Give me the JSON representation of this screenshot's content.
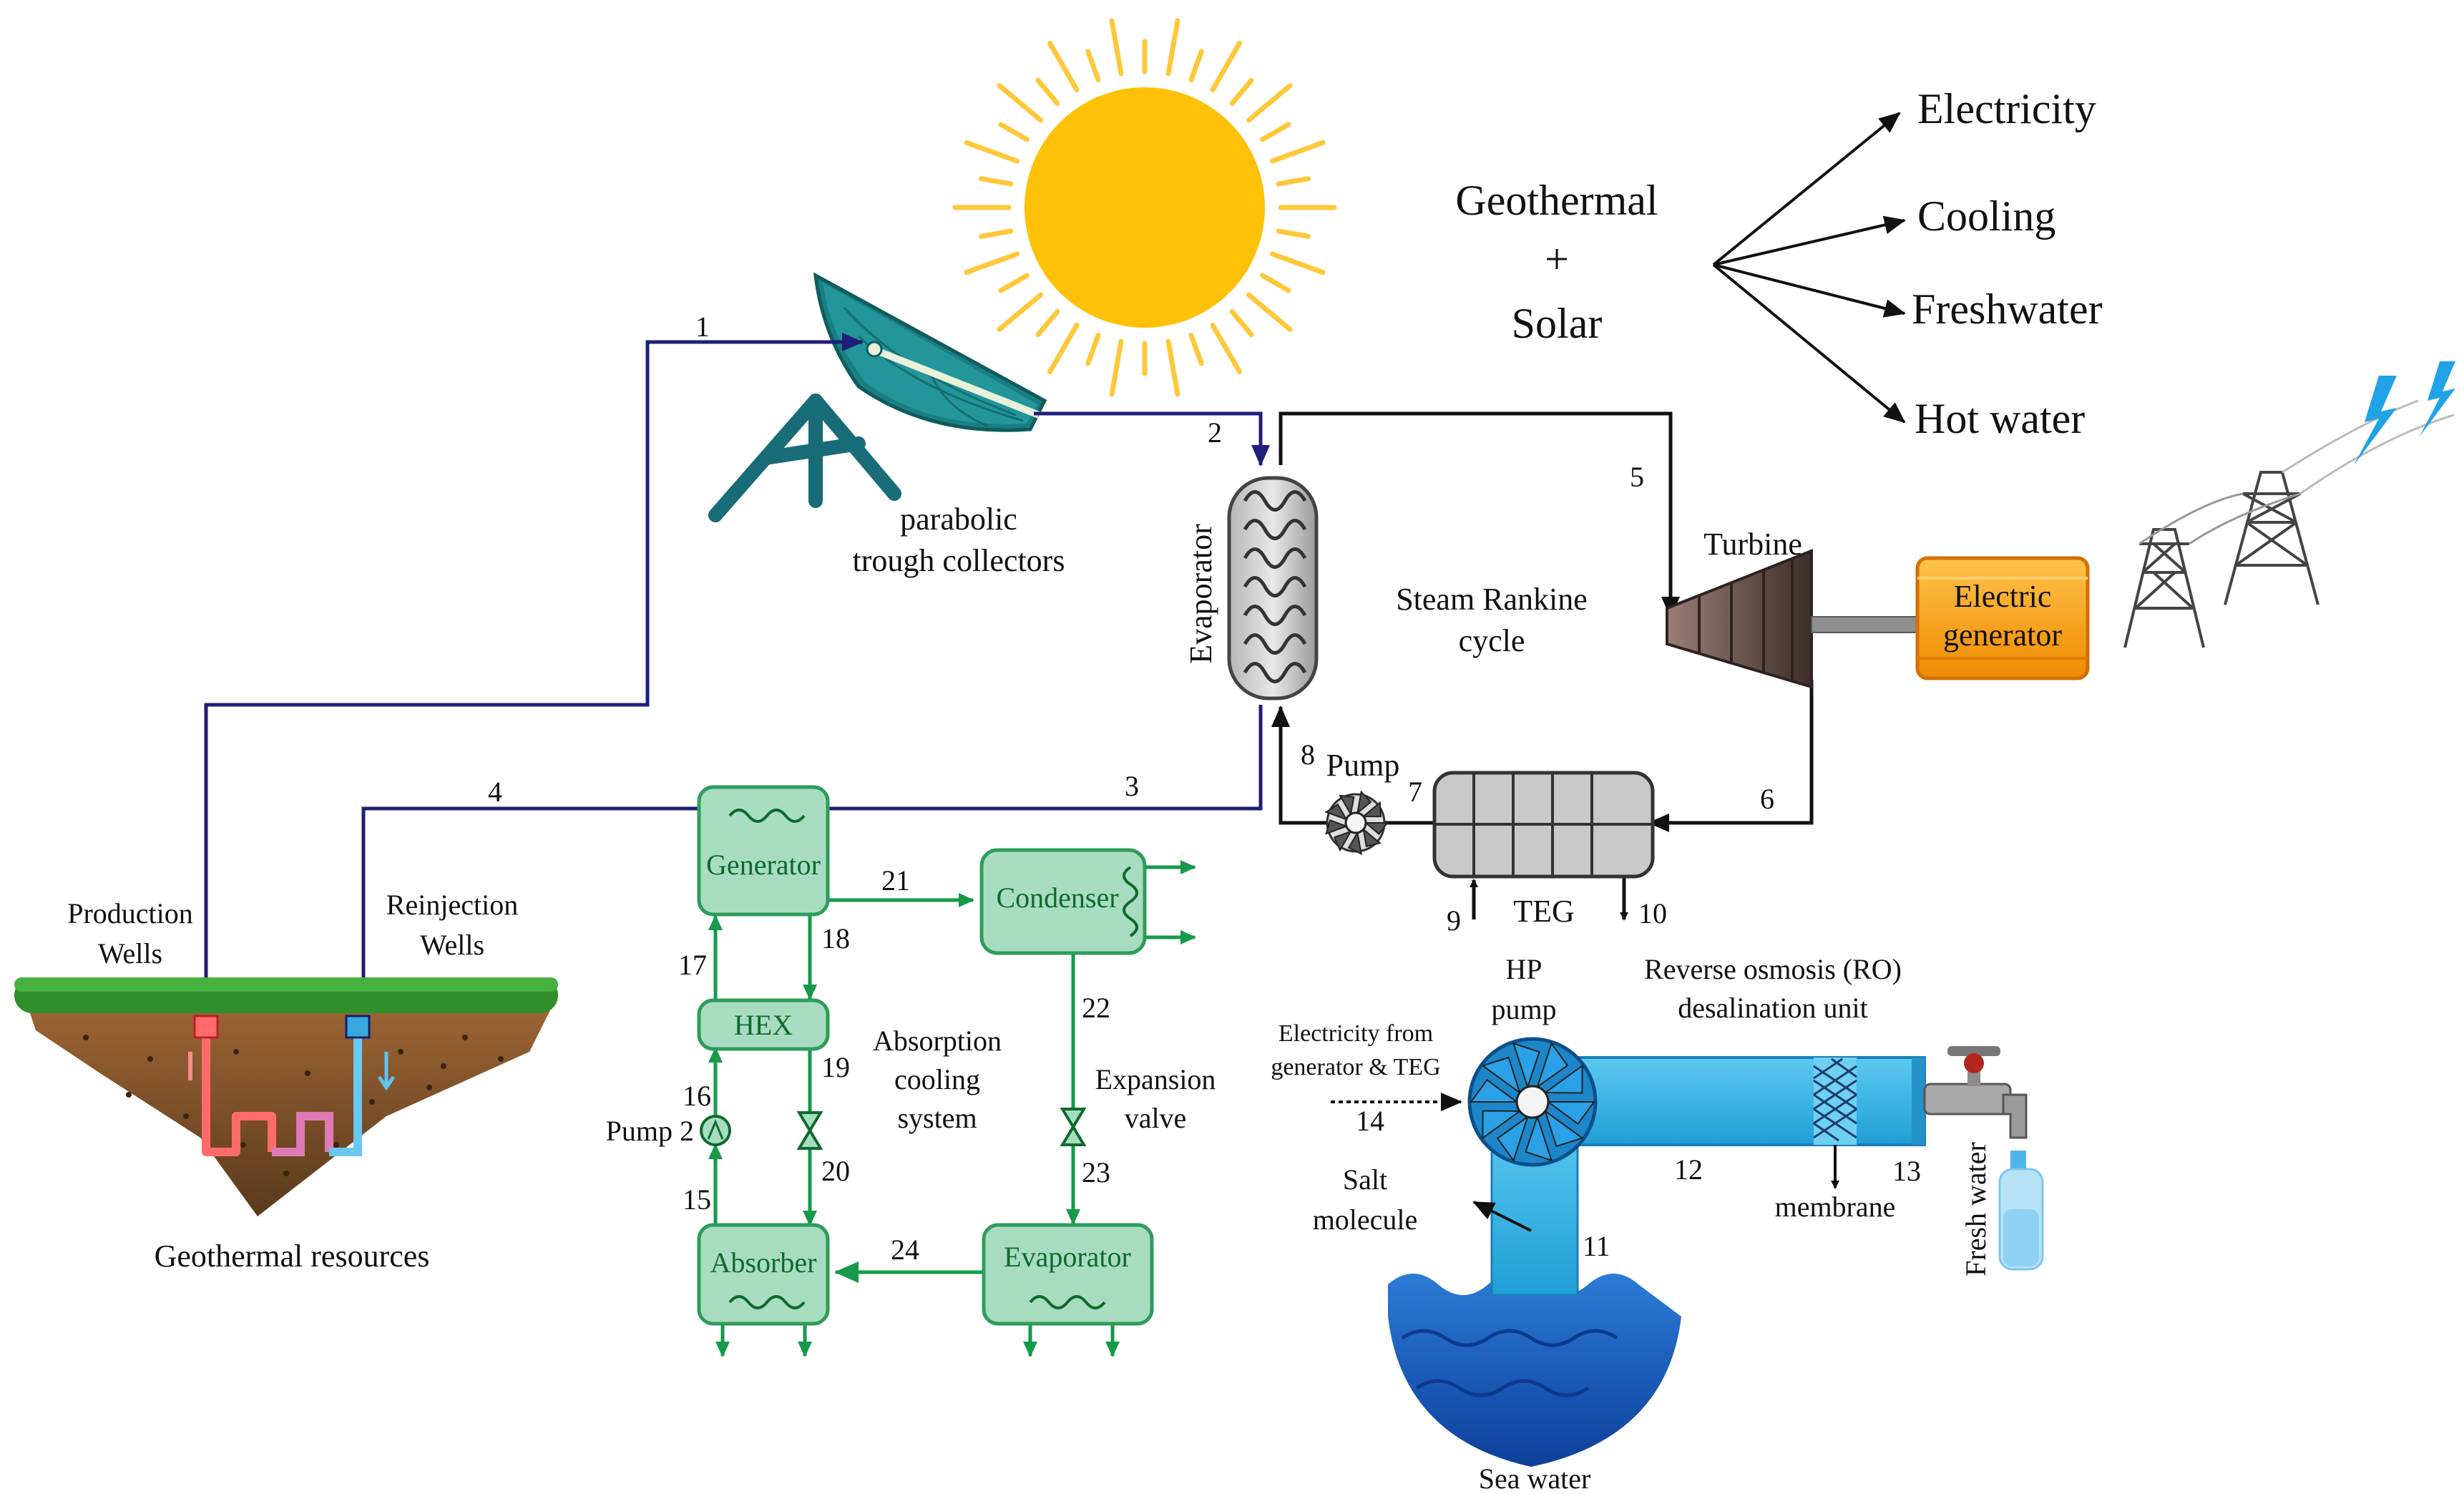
{
  "header": {
    "source_line1": "Geothermal",
    "plus": "+",
    "source_line2": "Solar",
    "outputs": [
      "Electricity",
      "Cooling",
      "Freshwater",
      "Hot water"
    ]
  },
  "labels": {
    "parabolic_line1": "parabolic",
    "parabolic_line2": "trough collectors",
    "evaporator_main": "Evaporator",
    "rankine_line1": "Steam Rankine",
    "rankine_line2": "cycle",
    "turbine": "Turbine",
    "generator_line1": "Electric",
    "generator_line2": "generator",
    "pump": "Pump",
    "teg": "TEG",
    "production_line1": "Production",
    "production_line2": "Wells",
    "reinjection_line1": "Reinjection",
    "reinjection_line2": "Wells",
    "geothermal_resources": "Geothermal resources",
    "abs_generator": "Generator",
    "condenser": "Condenser",
    "hex": "HEX",
    "absorption_line1": "Absorption",
    "absorption_line2": "cooling",
    "absorption_line3": "system",
    "pump2": "Pump 2",
    "expansion_line1": "Expansion",
    "expansion_line2": "valve",
    "absorber": "Absorber",
    "abs_evaporator": "Evaporator",
    "hp_line1": "HP",
    "hp_line2": "pump",
    "ro_line1": "Reverse osmosis (RO)",
    "ro_line2": "desalination unit",
    "elec_line1": "Electricity from",
    "elec_line2": "generator & TEG",
    "salt_line1": "Salt",
    "salt_line2": "molecule",
    "membrane": "membrane",
    "fresh_water": "Fresh water",
    "sea_water": "Sea water"
  },
  "states": [
    "1",
    "2",
    "3",
    "4",
    "5",
    "6",
    "7",
    "8",
    "9",
    "10",
    "11",
    "12",
    "13",
    "14",
    "15",
    "16",
    "17",
    "18",
    "19",
    "20",
    "21",
    "22",
    "23",
    "24"
  ],
  "colors": {
    "brine_line": "#1f1f7a",
    "steam_line": "#111111",
    "absorption_line": "#159a4a",
    "component_fill": "#a8dcc0",
    "component_stroke": "#2f9c5c",
    "sun_core": "#ffc107",
    "sun_ray": "#ffc83a",
    "collector": "#1b7e82",
    "generator_fill": "#ffa51a",
    "sea_water": "#1b62c3",
    "ro_unit": "#39b7ea"
  },
  "icons": [
    "sun-icon",
    "lightning-icon",
    "transmission-tower-icon",
    "faucet-icon",
    "water-bottle-icon"
  ]
}
